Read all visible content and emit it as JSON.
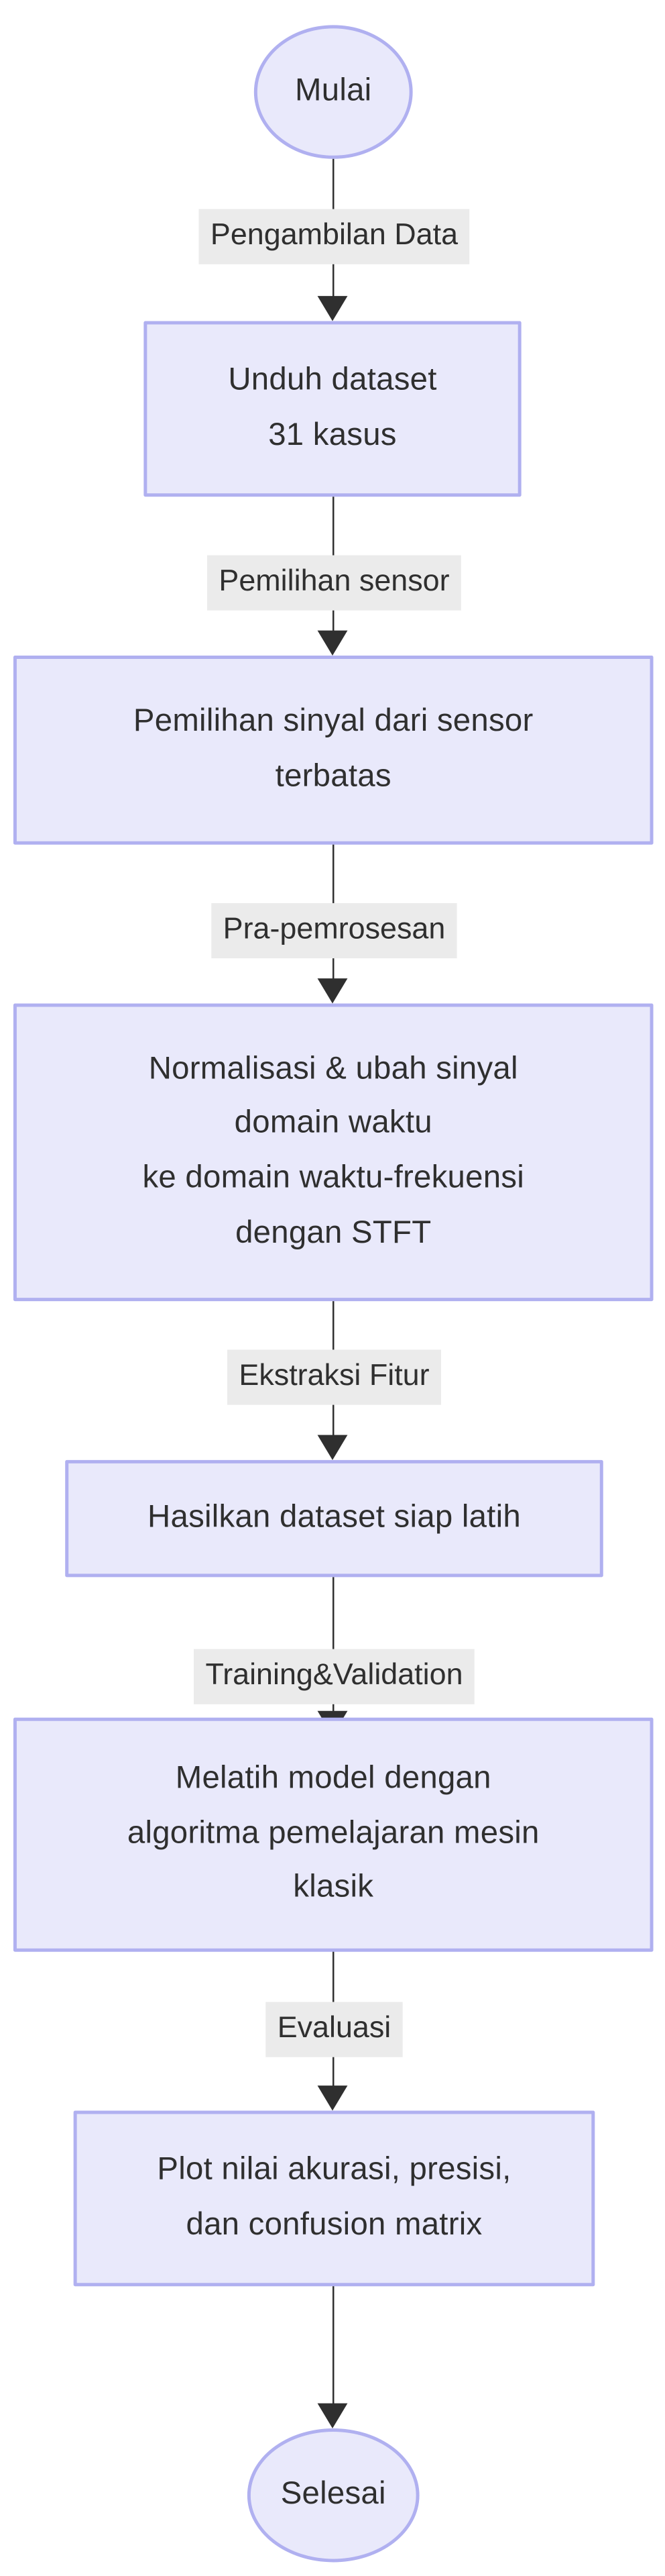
{
  "diagram": {
    "type": "flowchart",
    "orientation": "top-to-bottom",
    "colors": {
      "node_fill": "#e9e9fb",
      "node_border": "#b0b0f0",
      "node_text": "#2f2f2f",
      "edge_line": "#2f2f2f",
      "edge_label_background": "#ebebeb",
      "page_background": "#ffffff"
    },
    "nodes": [
      {
        "id": "mulai",
        "shape": "stadium",
        "label": "Mulai"
      },
      {
        "id": "unduh",
        "shape": "rectangle",
        "label": "Unduh dataset\n31 kasus"
      },
      {
        "id": "pemilihan",
        "shape": "rectangle",
        "label": "Pemilihan sinyal dari sensor\nterbatas"
      },
      {
        "id": "normalisasi",
        "shape": "rectangle",
        "label": "Normalisasi & ubah sinyal\ndomain waktu\nke domain waktu-frekuensi\ndengan STFT"
      },
      {
        "id": "hasilkan",
        "shape": "rectangle",
        "label": "Hasilkan dataset siap latih"
      },
      {
        "id": "melatih",
        "shape": "rectangle",
        "label": "Melatih model dengan\nalgoritma pemelajaran mesin\nklasik"
      },
      {
        "id": "plot",
        "shape": "rectangle",
        "label": "Plot nilai akurasi, presisi,\ndan confusion matrix"
      },
      {
        "id": "selesai",
        "shape": "stadium",
        "label": "Selesai"
      }
    ],
    "edges": [
      {
        "from": "mulai",
        "to": "unduh",
        "label": "Pengambilan Data"
      },
      {
        "from": "unduh",
        "to": "pemilihan",
        "label": "Pemilihan sensor"
      },
      {
        "from": "pemilihan",
        "to": "normalisasi",
        "label": "Pra-pemrosesan"
      },
      {
        "from": "normalisasi",
        "to": "hasilkan",
        "label": "Ekstraksi Fitur"
      },
      {
        "from": "hasilkan",
        "to": "melatih",
        "label": "Training&Validation"
      },
      {
        "from": "melatih",
        "to": "plot",
        "label": "Evaluasi"
      },
      {
        "from": "plot",
        "to": "selesai",
        "label": ""
      }
    ]
  }
}
